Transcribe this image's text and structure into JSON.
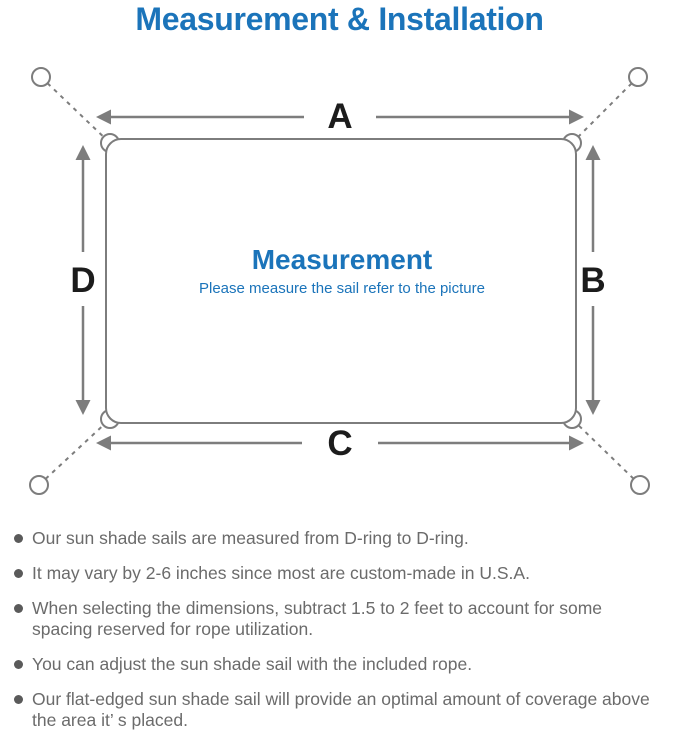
{
  "title": "Measurement & Installation",
  "colors": {
    "accent_blue": "#1b74ba",
    "diagram_gray": "#7d7d7d",
    "label_black": "#1c1c1c",
    "note_gray": "#6b6b6b",
    "bullet_gray": "#5a5a5a"
  },
  "diagram": {
    "center_title": "Measurement",
    "center_subtitle": "Please measure the sail refer to the picture",
    "labels": {
      "top": "A",
      "right": "B",
      "bottom": "C",
      "left": "D"
    }
  },
  "notes": {
    "items": [
      "Our sun shade sails are measured from D-ring to D-ring.",
      "It may vary by 2-6 inches since most are custom-made in U.S.A.",
      "When selecting the dimensions, subtract 1.5 to 2 feet to account for some spacing reserved for rope utilization.",
      "You can adjust the sun shade sail with the included rope.",
      "Our flat-edged sun shade sail will provide an optimal amount of coverage above the area it’ s placed."
    ]
  }
}
